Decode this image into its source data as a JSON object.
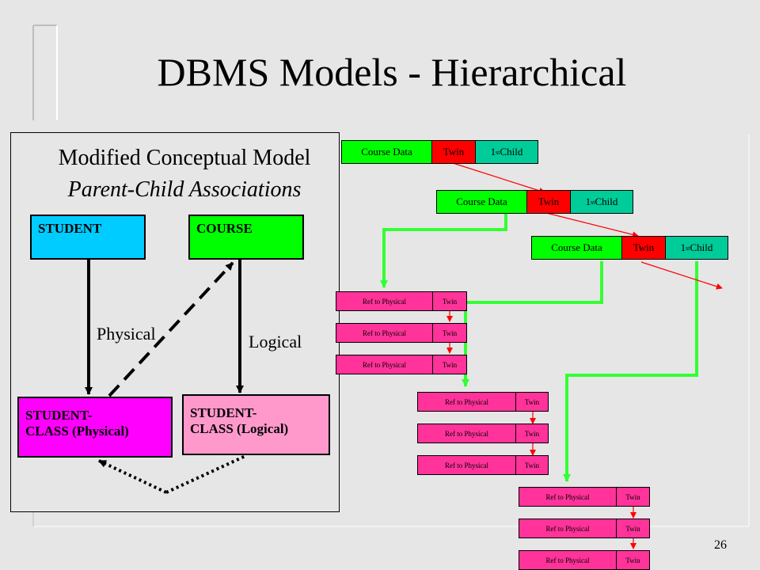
{
  "slide": {
    "title": "DBMS Models - Hierarchical",
    "page_number": "26"
  },
  "model": {
    "title": "Modified Conceptual Model",
    "subtitle": "Parent-Child Associations"
  },
  "entities": {
    "student": "STUDENT",
    "course": "COURSE",
    "student_class_physical": "STUDENT-\nCLASS (Physical)",
    "student_class_logical": "STUDENT-\nCLASS (Logical)"
  },
  "labels": {
    "physical": "Physical",
    "logical": "Logical"
  },
  "course_records": [
    {
      "data": "Course Data",
      "twin": "Twin",
      "child": "1st Child"
    },
    {
      "data": "Course Data",
      "twin": "Twin",
      "child": "1st Child"
    },
    {
      "data": "Course Data",
      "twin": "Twin",
      "child": "1st Child"
    }
  ],
  "ref_label": "Ref to Physical",
  "twin_label": "Twin",
  "colors": {
    "student": "#00ccff",
    "course": "#00ff00",
    "physical": "#ff00ff",
    "logical": "#ff99cc",
    "course_data": "#00ff00",
    "twin": "#ff0000",
    "child": "#00cc99",
    "ref": "#ff3399",
    "connector": "#33ff33",
    "arrow_red": "#ff0000"
  }
}
